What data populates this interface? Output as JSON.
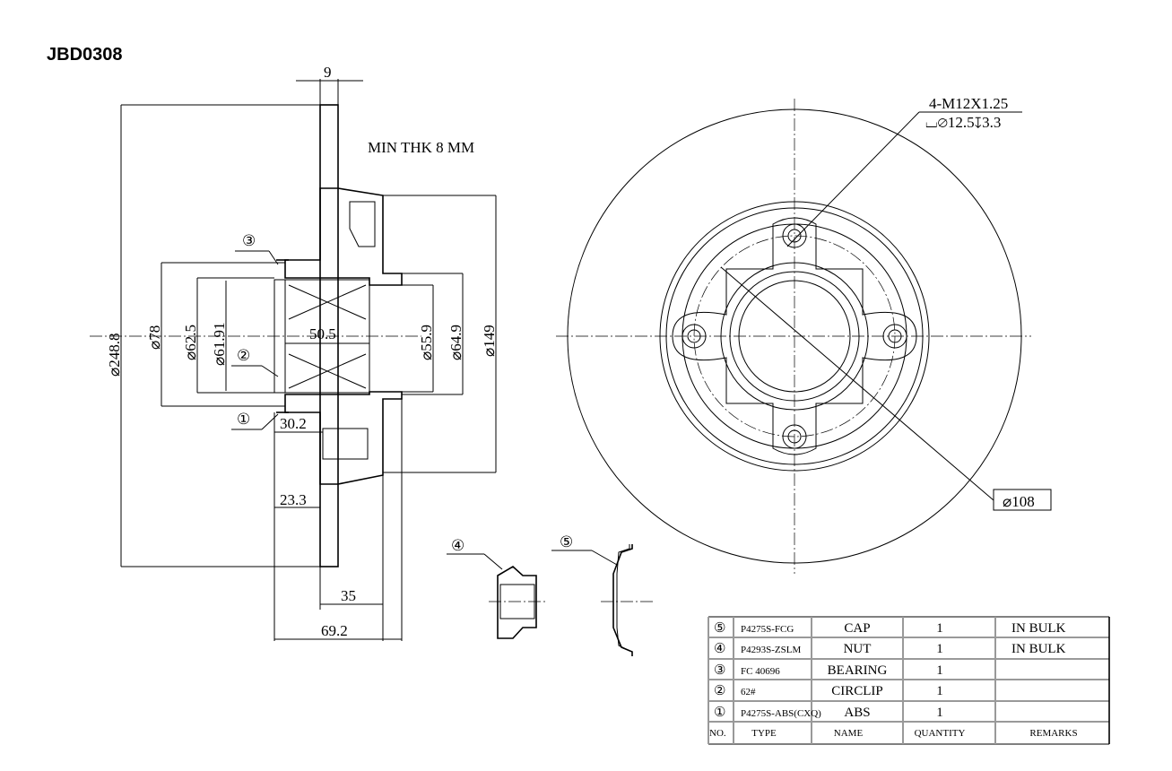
{
  "title": "JBD0308",
  "notes": {
    "min_thickness": "MIN THK 8 MM",
    "thread": "4-M12X1.25",
    "counterbore": "⌴⌀12.5↧3.3"
  },
  "dimensions": {
    "d9": "9",
    "d248": "⌀248.8",
    "d78": "⌀78",
    "d62_5": "⌀62.5",
    "d61_91": "⌀61.91",
    "d50_5": "50.5",
    "d55_9": "⌀55.9",
    "d64_9": "⌀64.9",
    "d149": "⌀149",
    "d30_2": "30.2",
    "d23_3": "23.3",
    "d35": "35",
    "d69_2": "69.2",
    "d108": "⌀108"
  },
  "callouts": [
    "①",
    "②",
    "③",
    "④",
    "⑤"
  ],
  "parts_table": {
    "headers": [
      "NO.",
      "TYPE",
      "NAME",
      "QUANTITY",
      "REMARKS"
    ],
    "rows": [
      {
        "no": "⑤",
        "type": "P4275S-FCG",
        "name": "CAP",
        "qty": "1",
        "remarks": "IN BULK"
      },
      {
        "no": "④",
        "type": "P4293S-ZSLM",
        "name": "NUT",
        "qty": "1",
        "remarks": "IN BULK"
      },
      {
        "no": "③",
        "type": "FC 40696",
        "name": "BEARING",
        "qty": "1",
        "remarks": ""
      },
      {
        "no": "②",
        "type": "62#",
        "name": "CIRCLIP",
        "qty": "1",
        "remarks": ""
      },
      {
        "no": "①",
        "type": "P4275S-ABS(CXQ)",
        "name": "ABS",
        "qty": "1",
        "remarks": ""
      }
    ]
  }
}
